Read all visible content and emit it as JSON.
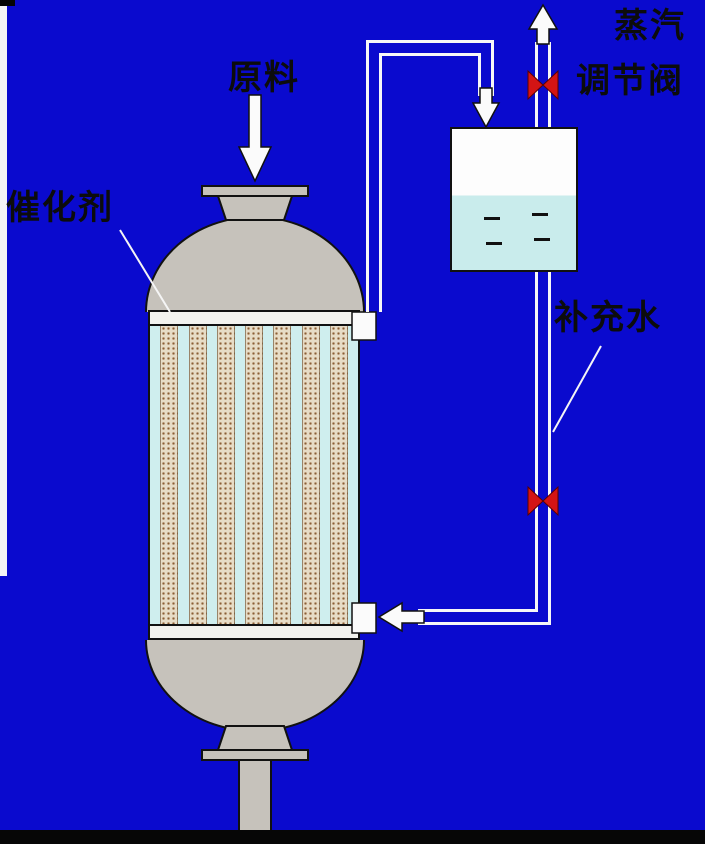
{
  "labels": {
    "feed": "原料",
    "catalyst": "催化剂",
    "steam": "蒸汽",
    "control_valve": "调节阀",
    "makeup_water": "补充水"
  },
  "colors": {
    "background": "#0a0ace",
    "vessel": "#c6c2bb",
    "tube_fill": "#e7dcc6",
    "tube_dot": "#8b5e34",
    "gap": "#cfeeee",
    "drum_water": "#c9ecec",
    "valve": "#d41414",
    "pipe": "#f7f7f7",
    "text": "#0c0c0c"
  },
  "reactor": {
    "tube_count": 7
  },
  "drum": {
    "water_dash_count": 4
  }
}
